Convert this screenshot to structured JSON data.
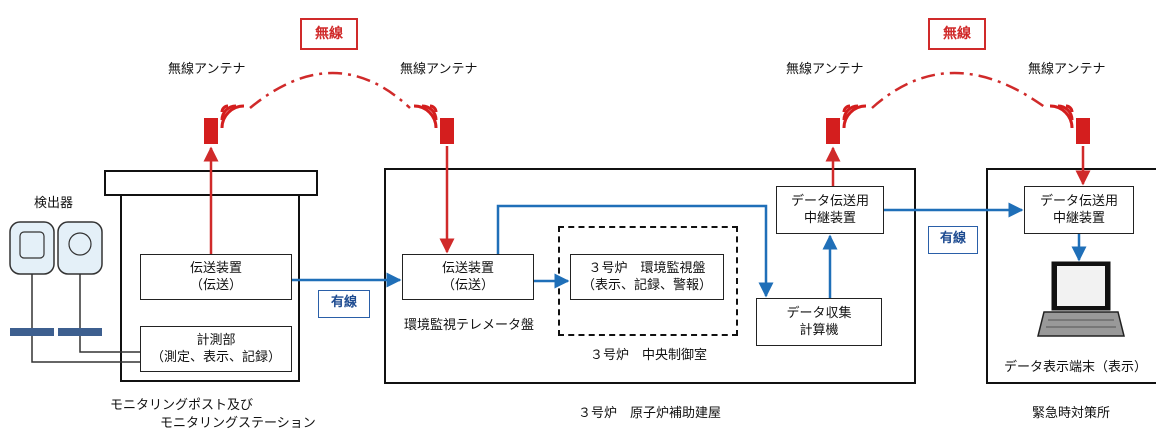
{
  "wireless_tag_left": "無線",
  "wireless_tag_right": "無線",
  "antenna_label_1": "無線アンテナ",
  "antenna_label_2": "無線アンテナ",
  "antenna_label_3": "無線アンテナ",
  "antenna_label_4": "無線アンテナ",
  "detector_label": "検出器",
  "transmitter_left": [
    "伝送装置",
    "（伝送）"
  ],
  "measurement_unit": [
    "計測部",
    "（測定、表示、記録）"
  ],
  "monitoring_station_caption": [
    "モニタリングポスト及び",
    "モニタリングステーション"
  ],
  "wired_tag_left": "有線",
  "transmitter_center": [
    "伝送装置",
    "（伝送）"
  ],
  "telemeter_panel_caption": "環境監視テレメータ盤",
  "env_panel": [
    "３号炉　環境監視盤",
    "（表示、記録、警報）"
  ],
  "control_room_caption": "３号炉　中央制御室",
  "relay_center": [
    "データ伝送用",
    "中継装置"
  ],
  "data_computer": [
    "データ収集",
    "計算機"
  ],
  "aux_building_caption": "３号炉　原子炉補助建屋",
  "wired_tag_right": "有線",
  "relay_right": [
    "データ伝送用",
    "中継装置"
  ],
  "terminal_caption": "データ表示端末（表示）",
  "emergency_office_caption": "緊急時対策所",
  "colors": {
    "wireless_red": "#d02a2a",
    "wired_blue": "#1f6fb8",
    "frame": "#111111"
  }
}
